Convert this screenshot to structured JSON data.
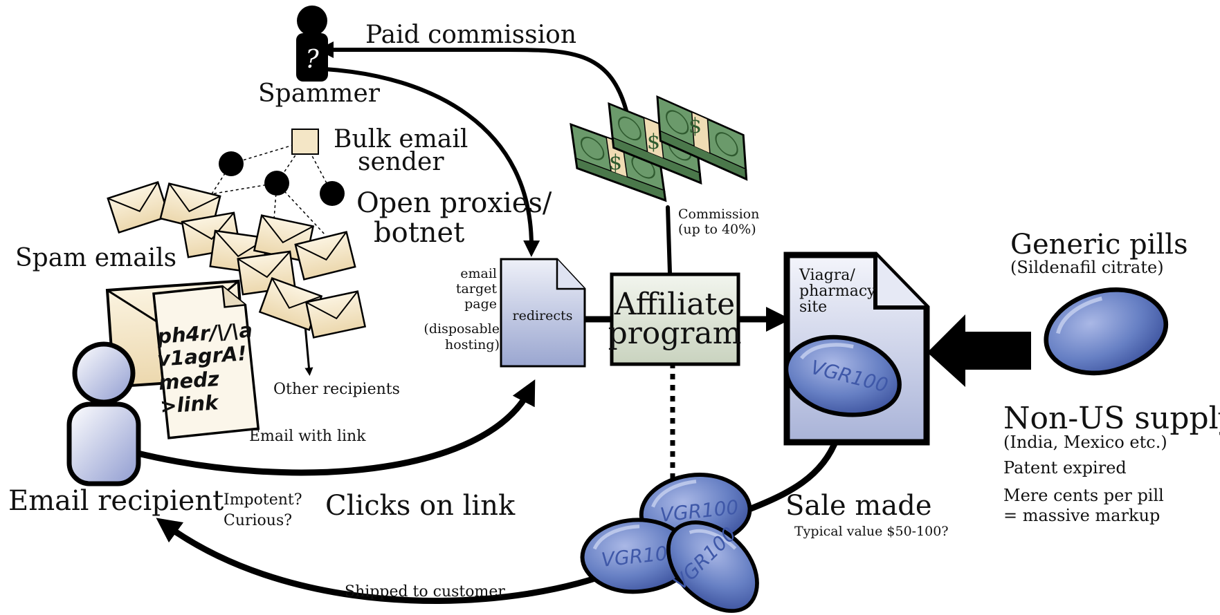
{
  "labels": {
    "paid_commission": "Paid commission",
    "spammer": "Spammer",
    "bulk_email_sender_line1": "Bulk email",
    "bulk_email_sender_line2": "sender",
    "open_proxies_line1": "Open proxies/",
    "open_proxies_line2": "botnet",
    "spam_emails": "Spam emails",
    "other_recipients": "Other recipients",
    "email_with_link": "Email with link",
    "email_recipient": "Email recipient",
    "impotent": "Impotent?",
    "curious": "Curious?",
    "clicks_on_link": "Clicks on link",
    "shipped_to_customer": "Shipped to customer",
    "email_target_page_line1": "email",
    "email_target_page_line2": "target",
    "email_target_page_line3": "page",
    "disposable_hosting_line1": "(disposable",
    "disposable_hosting_line2": "hosting)",
    "redirects": "redirects",
    "affiliate_program_line1": "Affiliate",
    "affiliate_program_line2": "program",
    "commission_line1": "Commission",
    "commission_line2": "(up to 40%)",
    "pharmacy_site_line1": "Viagra/",
    "pharmacy_site_line2": "pharmacy",
    "pharmacy_site_line3": "site",
    "sale_made": "Sale made",
    "typical_value": "Typical value $50-100?",
    "generic_pills": "Generic pills",
    "sildenafil": "(Sildenafil citrate)",
    "non_us_supply": "Non-US supply",
    "india_mexico": "(India, Mexico etc.)",
    "patent_expired": "Patent expired",
    "mere_cents": "Mere cents per pill",
    "massive_markup": "= massive markup"
  },
  "email_content": {
    "line1": "ph4r/\\/\\a",
    "line2": "v1agrA!",
    "line3": "medz",
    "line4": ">link"
  },
  "pill_label": "VGR100",
  "spammer_mark": "?",
  "money_symbol": "$",
  "icons": {
    "spammer": "person-silhouette-icon",
    "recipient": "person-icon",
    "money": "cash-bundle-icon",
    "pill": "pill-icon",
    "envelope": "envelope-icon",
    "document": "document-icon"
  },
  "colors": {
    "envelope": "#f4e6c6",
    "document_blue": "#b8c2e0",
    "affiliate_box": "#dfe6d5",
    "pill_blue": "#5f78c0",
    "money_green": "#5a8a5a",
    "money_band": "#efdcb4"
  }
}
